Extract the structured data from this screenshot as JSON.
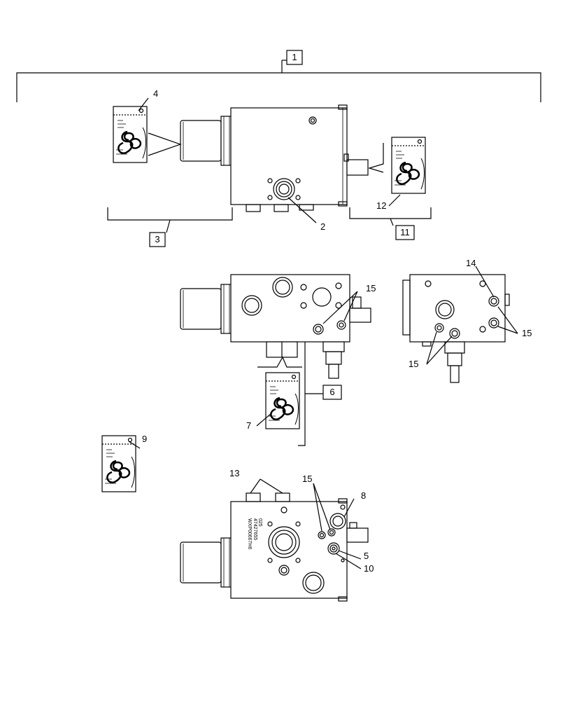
{
  "callouts": {
    "c1": "1",
    "c2": "2",
    "c3": "3",
    "c4": "4",
    "c5": "5",
    "c6": "6",
    "c7": "7",
    "c8": "8",
    "c9": "9",
    "c10": "10",
    "c11": "11",
    "c12": "12",
    "c13": "13",
    "c14": "14",
    "c15a": "15",
    "c15b": "15",
    "c15c": "15",
    "c15d": "15"
  },
  "stamp": {
    "line1": "WXP00667H6",
    "line2": "47427655",
    "line3": "025"
  },
  "colors": {
    "line": "#000000",
    "background": "#ffffff"
  }
}
